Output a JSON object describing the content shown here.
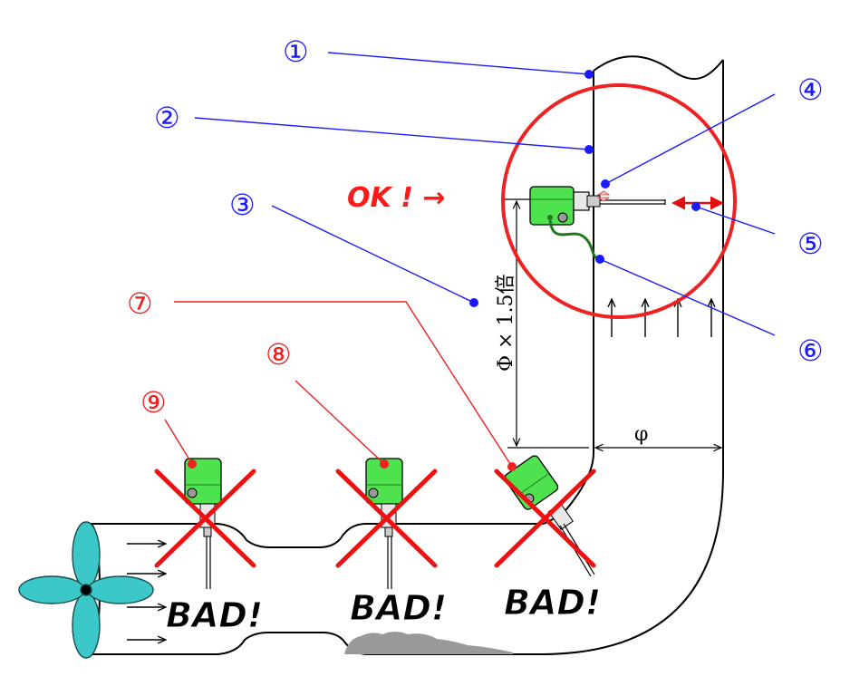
{
  "callouts": {
    "c1": "①",
    "c2": "②",
    "c3": "③",
    "c4": "④",
    "c5": "⑤",
    "c6": "⑥",
    "c7": "⑦",
    "c8": "⑧",
    "c9": "⑨"
  },
  "labels": {
    "ok": "OK ! →",
    "bad1": "BAD!",
    "bad2": "BAD!",
    "bad3": "BAD!",
    "height_dim": "Φ × 1.5倍",
    "width_dim": "φ"
  },
  "colors": {
    "blue_callout": "#1a1aff",
    "red_callout": "#ff2020",
    "sensor_green": "#4ee24e",
    "fan_cyan": "#3cc8c8",
    "circle_red": "#ee2222",
    "deposit_gray": "#999999"
  }
}
